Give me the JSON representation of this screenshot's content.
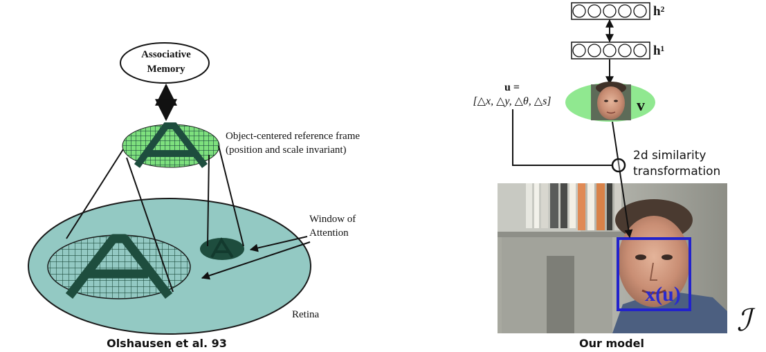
{
  "left_panel": {
    "memory_label_line1": "Associative",
    "memory_label_line2": "Memory",
    "frame_label_line1": "Object-centered reference frame",
    "frame_label_line2": "(position and scale invariant)",
    "window_label_line1": "Window of",
    "window_label_line2": "Attention",
    "retina_label": "Retina",
    "caption": "Olshausen et al. 93",
    "colors": {
      "green": "#7ee07e",
      "teal": "#93c9c3",
      "dark": "#1e4d3e"
    }
  },
  "right_panel": {
    "h2_label": "h²",
    "h1_label": "h¹",
    "v_label": "v",
    "u_line1": "u =",
    "u_line2": "[△x, △y, △θ, △s]",
    "transform_line1": "2d similarity",
    "transform_line2": "transformation",
    "x_label": "x(u)",
    "image_label": "ℐ",
    "caption": "Our model",
    "colors": {
      "green": "#90e890",
      "box_blue": "#2222cc",
      "text_blue": "#2a2ad0"
    }
  }
}
